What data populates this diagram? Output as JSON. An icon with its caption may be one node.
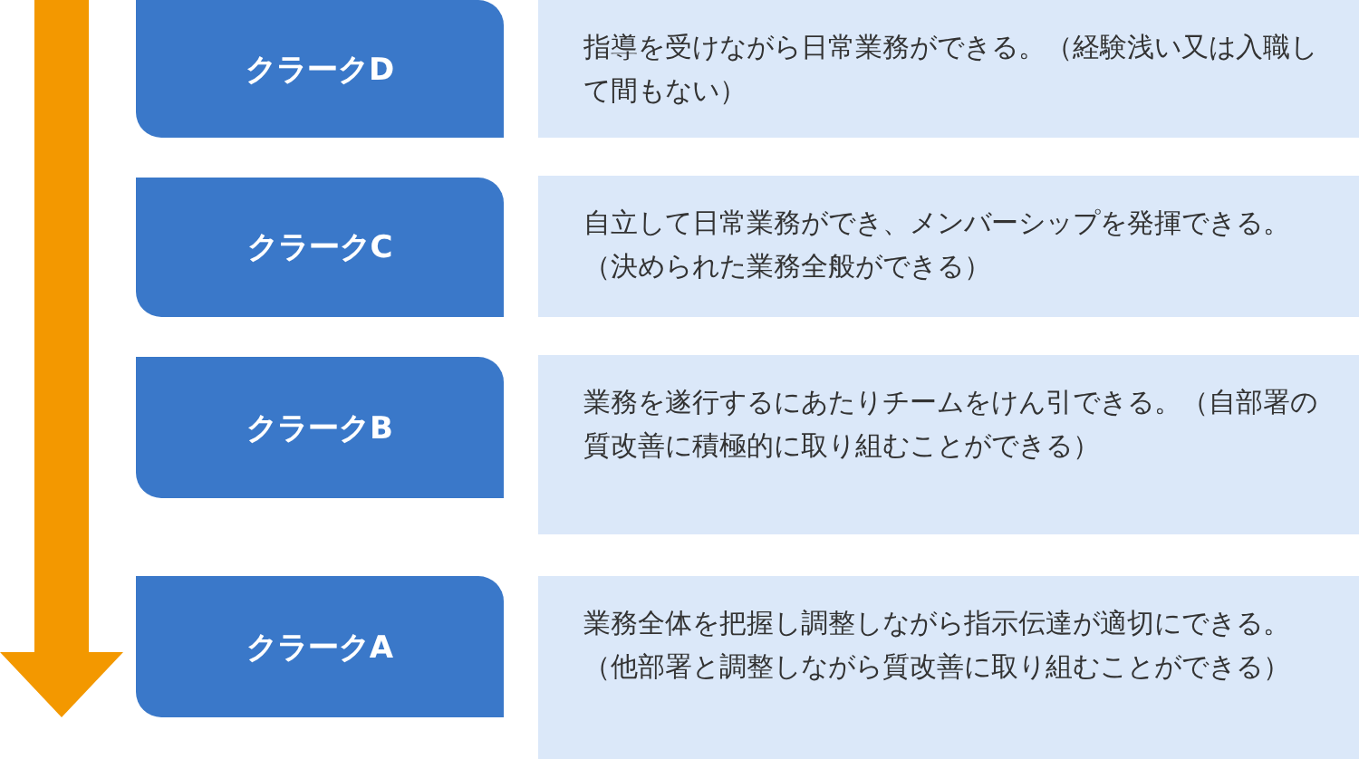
{
  "diagram": {
    "nodes": [
      {
        "text": [
          "クラークD"
        ]
      },
      {
        "text": [
          "指導を受けながら日常業務ができる。（経験浅い又は入職して間もない）"
        ]
      },
      {
        "text": [
          "クラークC"
        ]
      },
      {
        "text": [
          "自立して日常業務ができ、メンバーシップを発揮できる。（決められた業務全般ができる）"
        ]
      },
      {
        "text": [
          "クラークB"
        ]
      },
      {
        "text": [
          "業務を遂行するにあたりチームをけん引できる。（自部署の質改善に積極的に取り組むことができる）"
        ]
      },
      {
        "text": [
          "クラークA"
        ]
      },
      {
        "text": [
          "業務全体を把握し調整しながら指示伝達が適切にできる。（他部署と調整しながら質改善に取り組むことができる）"
        ]
      }
    ]
  }
}
